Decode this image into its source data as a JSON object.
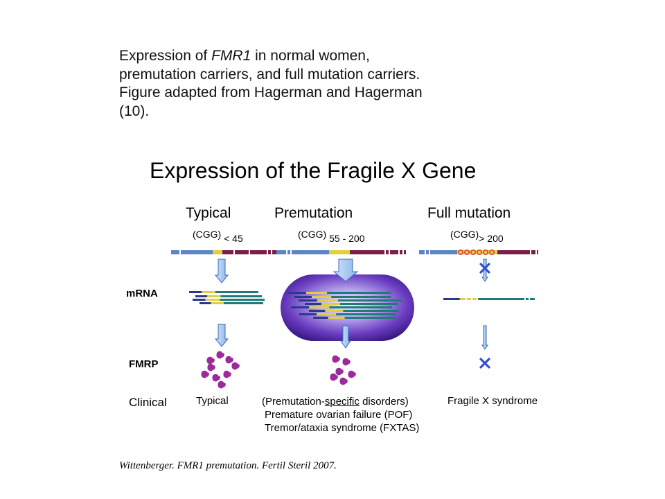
{
  "caption": {
    "line1_a": "Expression of ",
    "line1_gene": "FMR1",
    "line1_b": " in normal women,",
    "line2": "premutation carriers, and full mutation carriers.",
    "line3": "Figure adapted from Hagerman and Hagerman",
    "line4": "(10)."
  },
  "figure": {
    "title": "Expression of the Fragile X Gene",
    "columns": {
      "typical": {
        "heading": "Typical",
        "cgg_label": "(CGG)",
        "cgg_range": "< 45",
        "clinical": "Typical"
      },
      "premutation": {
        "heading": "Premutation",
        "cgg_label": "(CGG)",
        "cgg_range": "55 - 200",
        "clinical_open": "(Premutation-",
        "clinical_underlined": "specific",
        "clinical_close": " disorders)",
        "disorder_1": "Premature ovarian failure (POF)",
        "disorder_2": "Tremor/ataxia syndrome (FXTAS)"
      },
      "full_mutation": {
        "heading": "Full mutation",
        "cgg_label": "(CGG)",
        "cgg_range": "> 200",
        "clinical": "Fragile X syndrome"
      }
    },
    "row_labels": {
      "mrna": "mRNA",
      "fmrp": "FMRP",
      "clinical": "Clinical"
    },
    "colors": {
      "dna_blue": "#5b86c6",
      "dna_maroon": "#7a1f4a",
      "cgg_yellow": "#e0d040",
      "mrna_navy": "#2a3a8a",
      "mrna_teal": "#1f7a78",
      "protein_magenta": "#9b2a9b",
      "blob_purple": "#5a2aa8",
      "arrow_blue": "#9fc4ee",
      "x_mark_blue": "#2e4fd0",
      "methyl_red": "#e04040"
    }
  },
  "citation": "Wittenberger. FMR1 premutation. Fertil Steril 2007."
}
